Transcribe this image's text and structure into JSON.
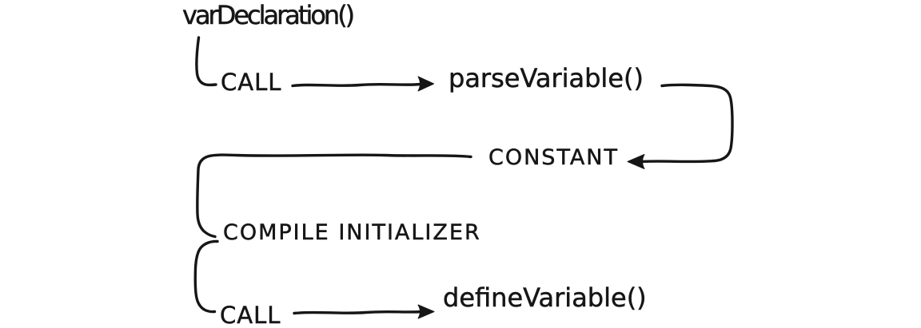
{
  "diagram": {
    "description": "Hand-drawn compiler call-flow diagram for variable declaration parsing",
    "ink_color": "#161616",
    "background_color": "#ffffff",
    "nodes": {
      "var_declaration": {
        "label": "varDeclaration()",
        "kind": "function"
      },
      "call_1": {
        "label": "CALL",
        "kind": "operation"
      },
      "parse_variable": {
        "label": "parseVariable()",
        "kind": "function"
      },
      "constant": {
        "label": "CONSTANT",
        "kind": "operation"
      },
      "compile_initializer": {
        "label": "COMPILE INITIALIZER",
        "kind": "operation"
      },
      "call_2": {
        "label": "CALL",
        "kind": "operation"
      },
      "define_variable": {
        "label": "defineVariable()",
        "kind": "function"
      }
    },
    "edges": [
      {
        "from": "varDeclaration()",
        "to": "CALL",
        "style": "elbow"
      },
      {
        "from": "CALL",
        "to": "parseVariable()",
        "style": "arrow-right"
      },
      {
        "from": "parseVariable()",
        "to": "CONSTANT",
        "style": "u-turn-arrow-left"
      },
      {
        "from": "CONSTANT",
        "to": "COMPILE INITIALIZER",
        "style": "elbow"
      },
      {
        "from": "COMPILE INITIALIZER",
        "to": "CALL",
        "style": "elbow"
      },
      {
        "from": "CALL",
        "to": "defineVariable()",
        "style": "arrow-right"
      }
    ]
  }
}
